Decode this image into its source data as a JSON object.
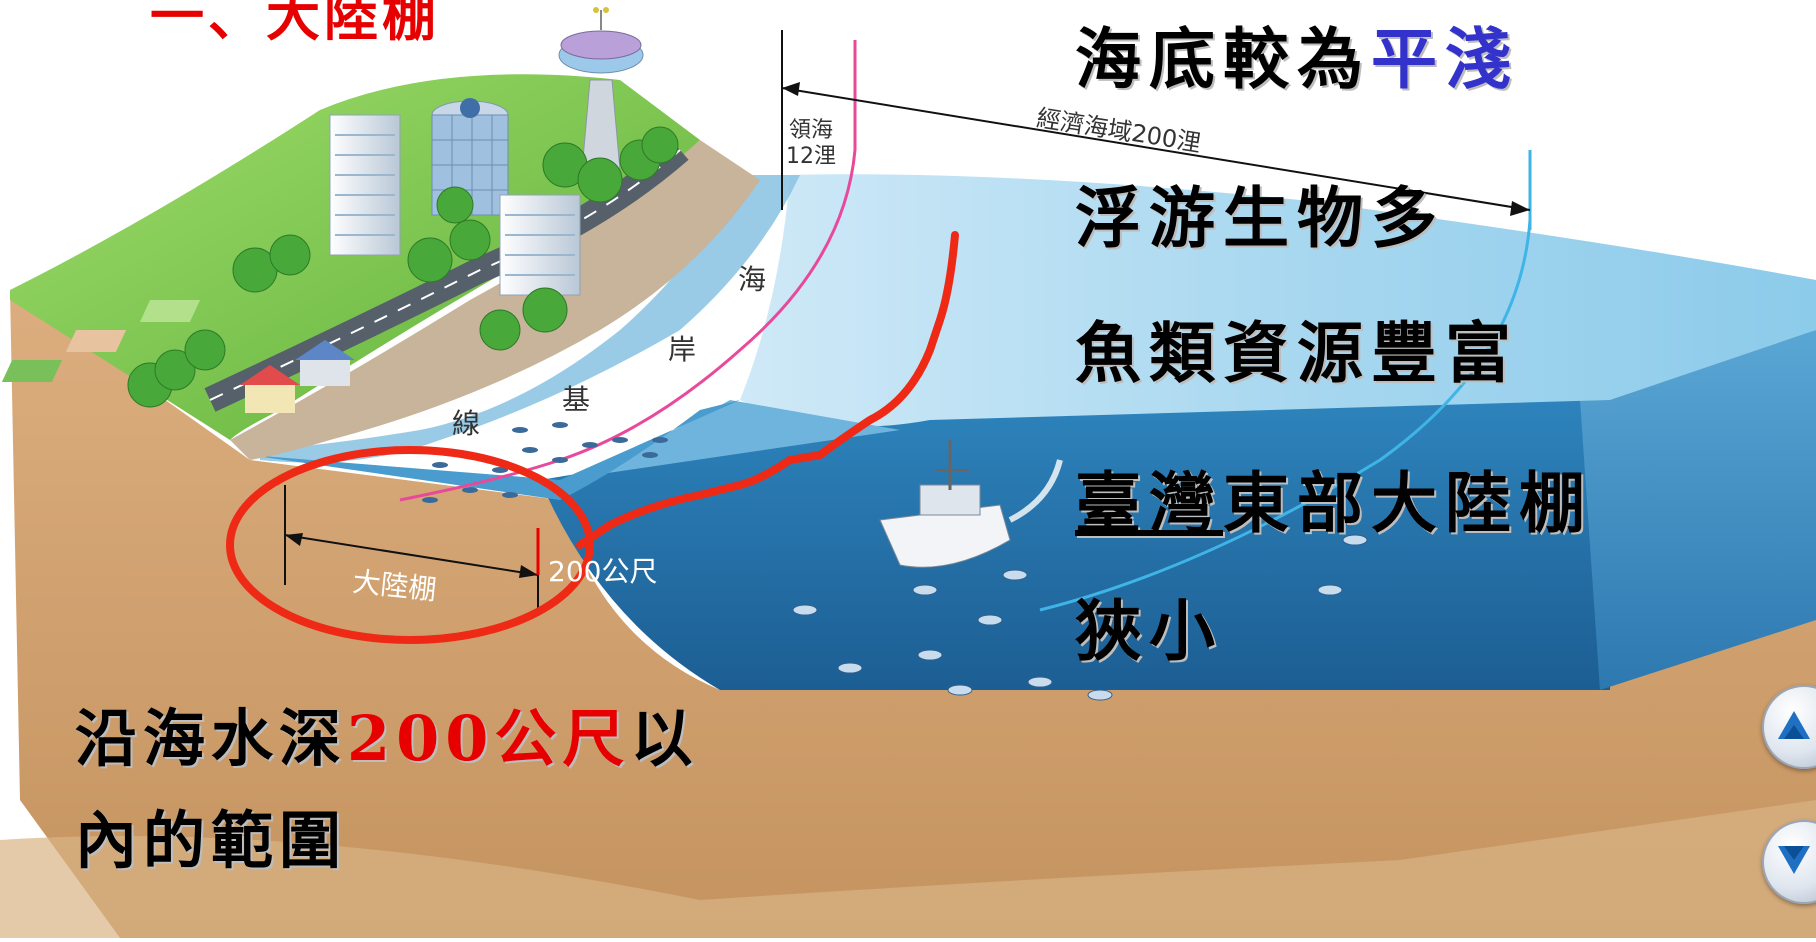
{
  "slide": {
    "heading": "一、大陸棚",
    "bullets": {
      "line1_main": "海底較為",
      "line1_highlight": "平淺",
      "line2": "浮游生物多",
      "line3": "魚類資源豐富",
      "line4_underlined": "臺灣",
      "line4_rest": "東部大陸棚",
      "line5": "狹小"
    },
    "definition": {
      "prefix": "沿海水深",
      "highlight": "200公尺",
      "suffix": "以",
      "line2": "內的範圍"
    },
    "colors": {
      "heading": "#e60000",
      "highlight_blue": "#3333cc",
      "highlight_red": "#e60000",
      "circle": "#ee2a16"
    }
  },
  "diagram": {
    "territorial_sea_line1": "領海",
    "territorial_sea_line2": "12浬",
    "eez": "經濟海域200浬",
    "coastline_chars": [
      "海",
      "岸",
      "基",
      "線"
    ],
    "shelf_label": "大陸棚",
    "depth_label": "200公尺"
  },
  "nav": {
    "prev_icon": "triangle-up-icon",
    "next_icon": "triangle-down-icon"
  }
}
